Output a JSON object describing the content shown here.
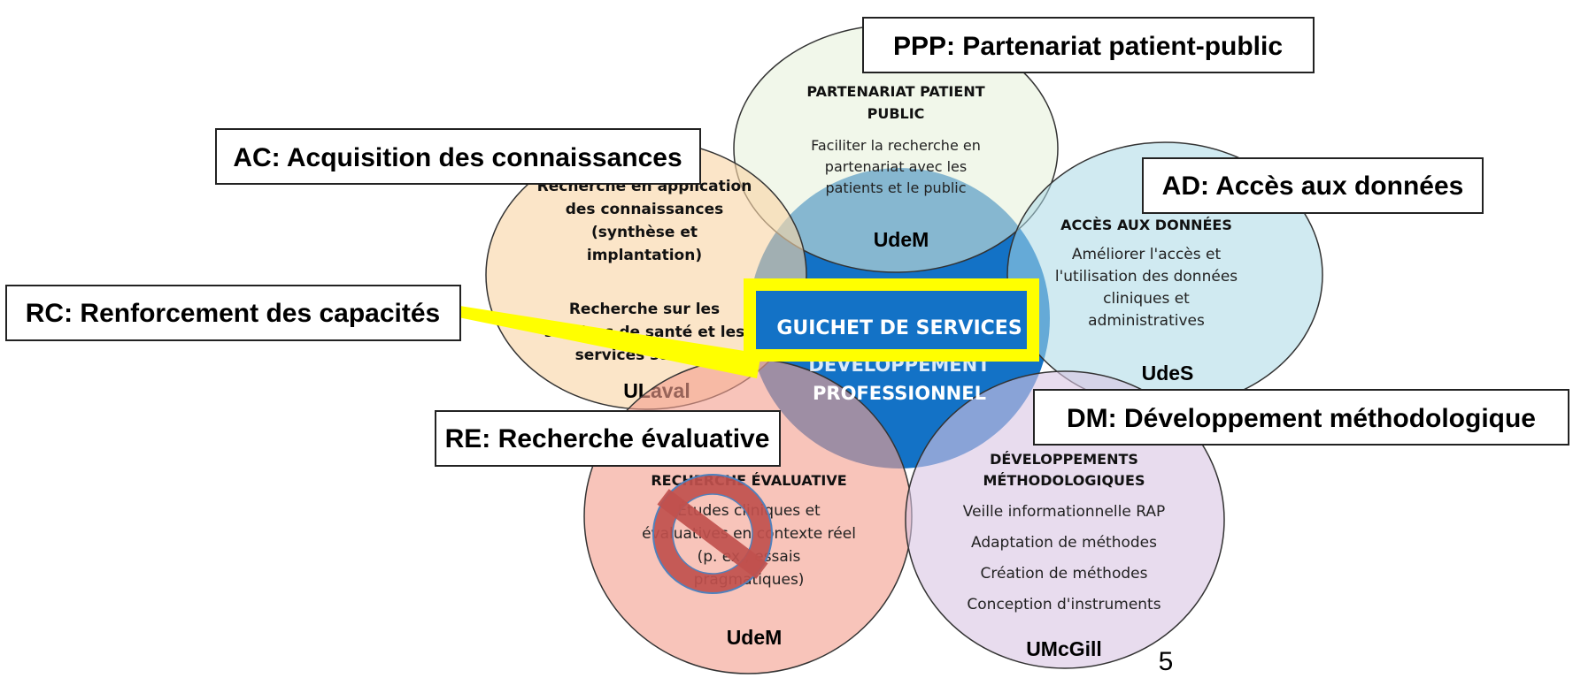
{
  "labels": {
    "ppp": "PPP: Partenariat patient-public",
    "ac": "AC: Acquisition des connaissances",
    "ad": "AD: Accès aux données",
    "rc": "RC: Renforcement des capacités",
    "re": "RE: Recherche évaluative",
    "dm": "DM: Développement méthodologique"
  },
  "petals": {
    "top": {
      "title": [
        "PARTENARIAT PATIENT",
        "PUBLIC"
      ],
      "body": [
        "Faciliter la recherche en",
        "partenariat avec les",
        "patients et le public"
      ],
      "uni": "UdeM"
    },
    "left": {
      "lines": [
        "Recherche en application",
        "des connaissances",
        "(synthèse et",
        "implantation)",
        "",
        "Recherche sur les",
        "services de santé et les",
        "services sociaux"
      ],
      "uni": "ULaval"
    },
    "right": {
      "title": [
        "ACCÈS AUX DONNÉES"
      ],
      "body": [
        "Améliorer l'accès et",
        "l'utilisation des données",
        "cliniques et",
        "administratives"
      ],
      "uni": "UdeS"
    },
    "bottom_left": {
      "title": [
        "RECHERCHE ÉVALUATIVE"
      ],
      "body": [
        "Études cliniques et",
        "évaluatives en contexte réel",
        "(p. ex., essais",
        "pragmatiques)"
      ],
      "uni": "UdeM"
    },
    "bottom_right": {
      "title": [
        "DÉVELOPPEMENTS",
        "MÉTHODOLOGIQUES"
      ],
      "body": [
        "Veille informationnelle RAP",
        "Adaptation de méthodes",
        "Création de méthodes",
        "Conception d'instruments"
      ],
      "uni": "UMcGill"
    }
  },
  "center": {
    "highlight": "GUICHET  DE SERVICES",
    "lines": [
      "DÉVELOPPEMENT",
      "PROFESSIONNEL"
    ]
  },
  "page_number": "5",
  "colors": {
    "center_blue": "#1372c6",
    "top_fill": "#e6f0d8",
    "left_fill": "#f8d5a6",
    "right_fill": "#a9d8e6",
    "bottom_left_fill": "#f3a090",
    "bottom_right_fill": "#d8c4e3",
    "highlight_yellow": "#ffff00",
    "prohibit_red": "#c0504d",
    "prohibit_outline": "#4f81bd"
  }
}
